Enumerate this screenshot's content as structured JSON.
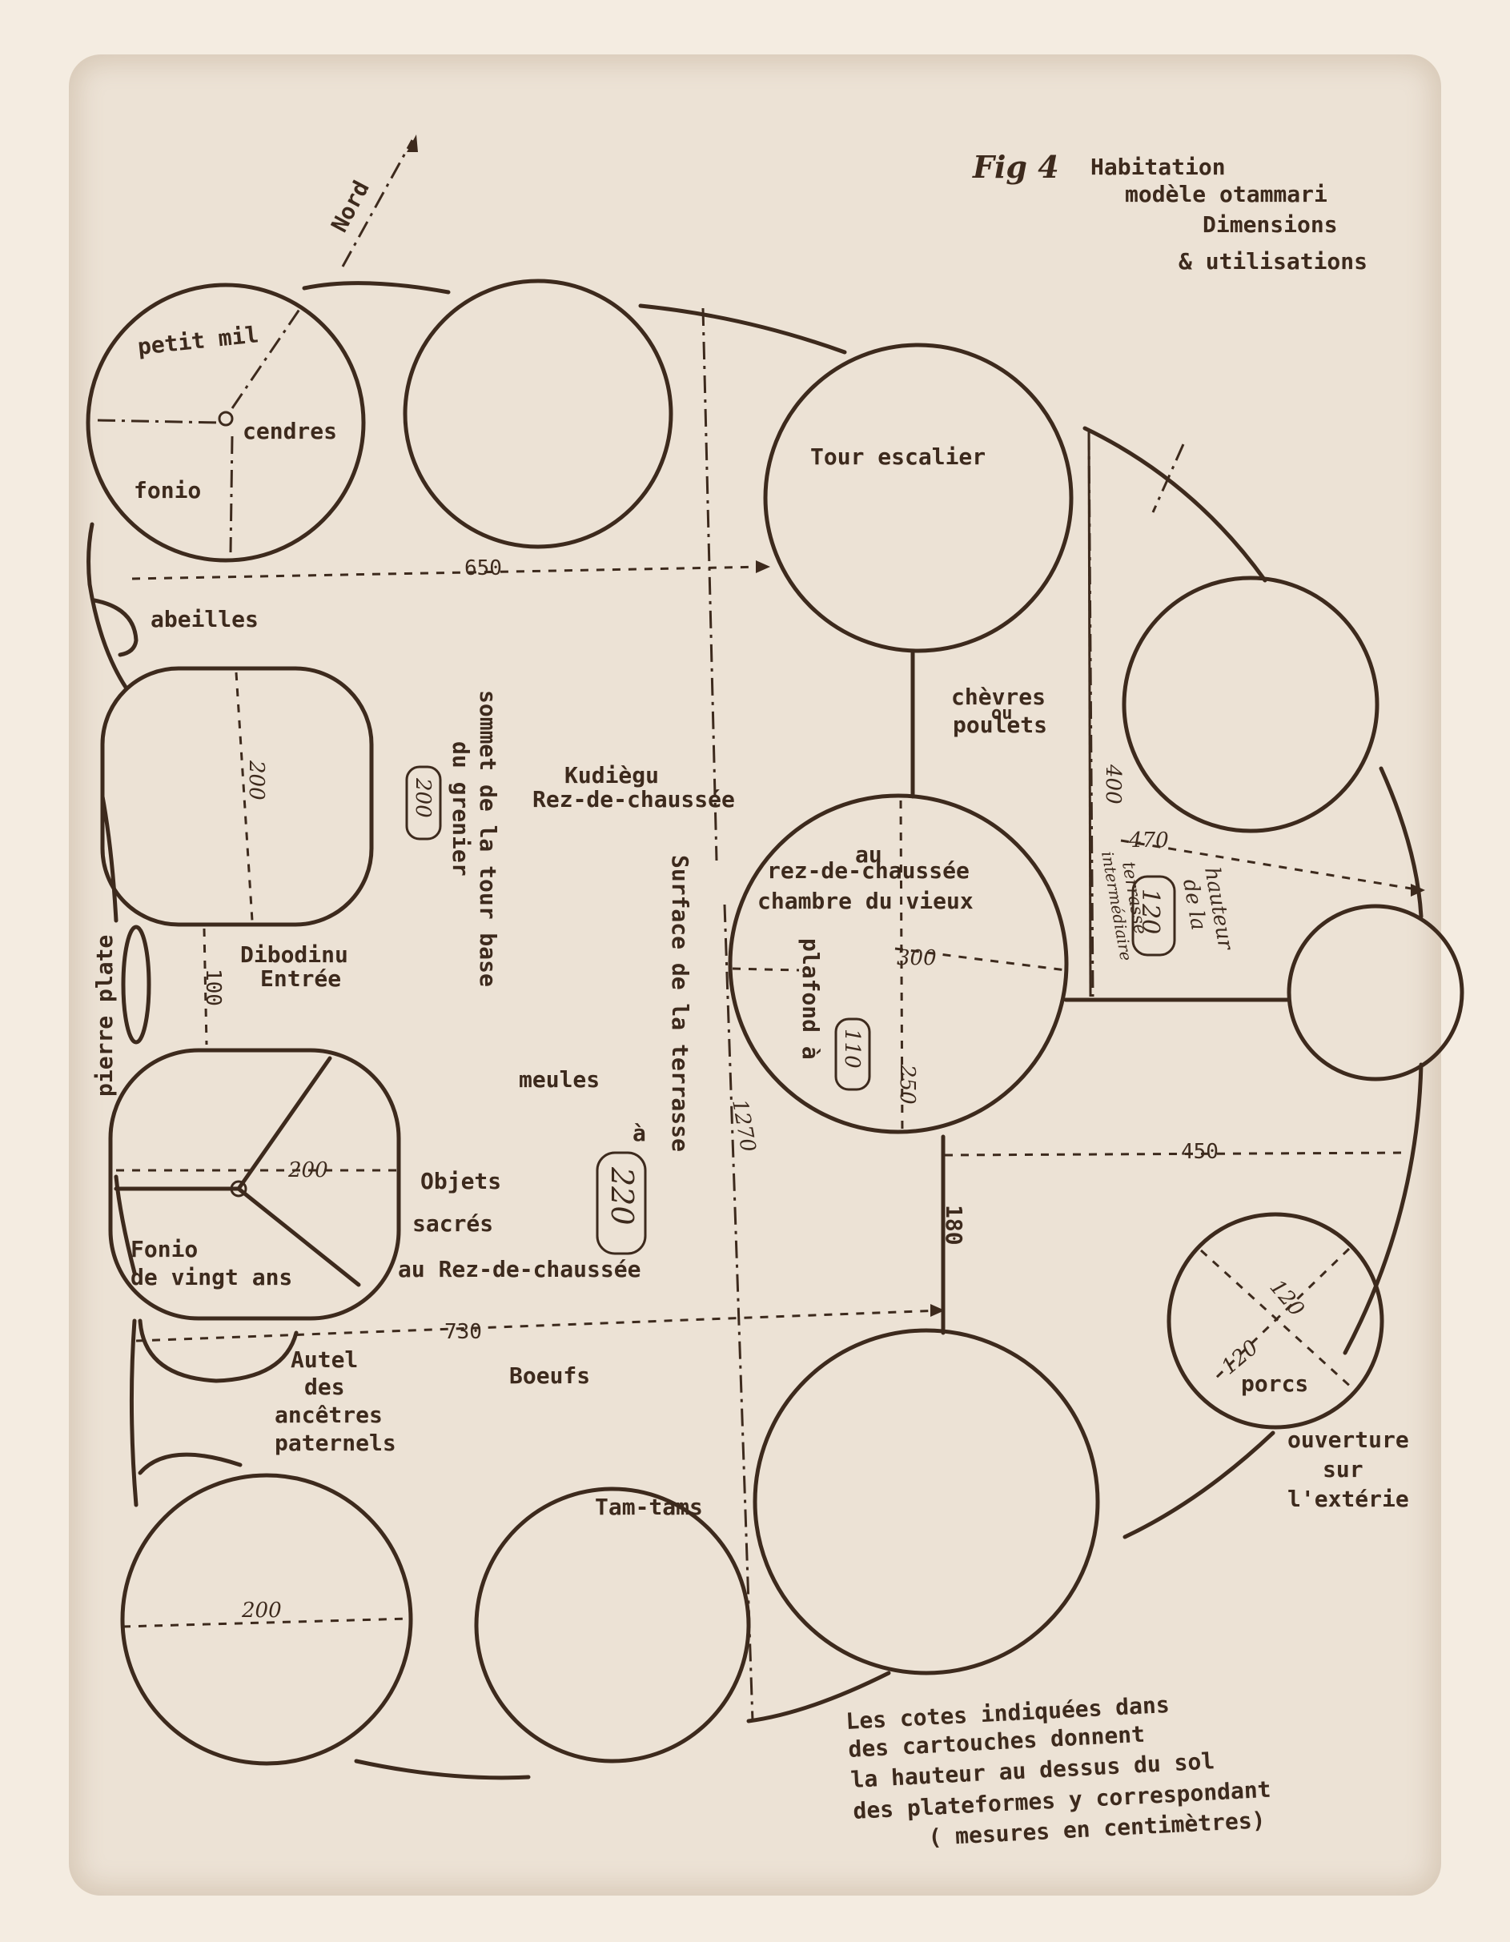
{
  "header": {
    "fig": "Fig 4",
    "title_lines": [
      "Habitation",
      "modèle otammari",
      "Dimensions",
      "& utilisations"
    ]
  },
  "compass": {
    "label": "Nord"
  },
  "labels": {
    "petit_mil": "petit mil",
    "cendres": "cendres",
    "fonio": "fonio",
    "abeilles": "abeilles",
    "tour_escalier": "Tour escalier",
    "chevres": "chèvres",
    "ou": "ou",
    "poulets": "poulets",
    "sommet_line1": "sommet de la tour base",
    "sommet_line2": "du grenier",
    "kudiegu": "Kudiègu",
    "rez": "Rez-de-chaussée",
    "au": "au",
    "rez_chambre": "rez-de-chaussée",
    "chambre_vieux": "chambre du vieux",
    "plafond": "plafond à",
    "surface": "Surface de la terrasse",
    "a_sign": "à",
    "dibodinu": "Dibodinu",
    "entree": "Entrée",
    "pierre_plate": "pierre plate",
    "meules": "meules",
    "objets": "Objets",
    "sacres": "sacrés",
    "au_rez": "au Rez-de-chaussée",
    "fonio_vingt_1": "Fonio",
    "fonio_vingt_2": "de vingt ans",
    "autel_1": "Autel",
    "autel_2": "des",
    "autel_3": "ancêtres",
    "autel_4": "paternels",
    "boeufs": "Boeufs",
    "tam_tams": "Tam-tams",
    "porcs": "porcs",
    "ouverture_1": "ouverture",
    "ouverture_2": "sur",
    "ouverture_3": "l'extérie",
    "hauteur_1": "hauteur",
    "hauteur_2": "de la",
    "terrasse_1": "terrasse",
    "terrasse_2": "intermédiaire"
  },
  "dimensions": {
    "d650": "650",
    "d200a": "200",
    "d100": "100",
    "d200b": "200",
    "d730": "730",
    "d200c": "200",
    "d1270": "1270",
    "d300": "300",
    "d250": "250",
    "d400": "400",
    "d470": "470",
    "d450": "450",
    "d180": "180",
    "d120a": "120",
    "d120b": "120"
  },
  "cartouches": {
    "c200": "200",
    "c110": "110",
    "c220": "220",
    "c120": "120"
  },
  "note_lines": [
    "Les cotes indiquées dans",
    "des cartouches donnent",
    "la hauteur au dessus du sol",
    "des plateformes y correspondant",
    "( mesures en centimètres)"
  ]
}
